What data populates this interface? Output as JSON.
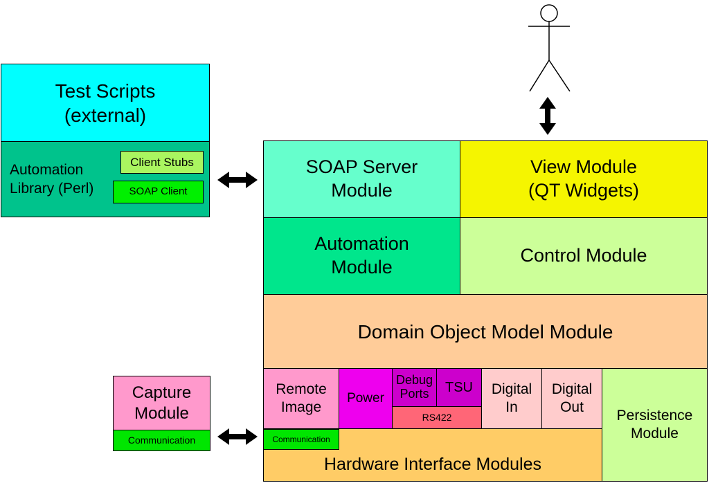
{
  "test_scripts": {
    "label": "Test Scripts\n(external)",
    "color": "#00ffff"
  },
  "automation_library": {
    "label": "Automation\nLibrary (Perl)",
    "color": "#00c38c"
  },
  "client_stubs": {
    "label": "Client Stubs",
    "color": "#aaf560"
  },
  "soap_client": {
    "label": "SOAP Client",
    "color": "#00f000"
  },
  "soap_server": {
    "label": "SOAP Server\nModule",
    "color": "#66ffcc"
  },
  "view_module": {
    "label": "View Module\n(QT Widgets)",
    "color": "#f5f500"
  },
  "automation_module": {
    "label": "Automation\nModule",
    "color": "#00e68c"
  },
  "control_module": {
    "label": "Control Module",
    "color": "#ccff99"
  },
  "domain_model": {
    "label": "Domain Object Model Module",
    "color": "#ffcc99"
  },
  "remote_image": {
    "label": "Remote\nImage",
    "color": "#ff99cc"
  },
  "power": {
    "label": "Power",
    "color": "#ee00ee"
  },
  "debug_ports": {
    "label": "Debug\nPorts",
    "color": "#cc00cc"
  },
  "tsu": {
    "label": "TSU",
    "color": "#cc00cc"
  },
  "rs422": {
    "label": "RS422",
    "color": "#ff6677"
  },
  "digital_in": {
    "label": "Digital\nIn",
    "color": "#ffcccc"
  },
  "digital_out": {
    "label": "Digital\nOut",
    "color": "#ffcccc"
  },
  "persistence": {
    "label": "Persistence\nModule",
    "color": "#ccff99"
  },
  "communication_inner": {
    "label": "Communication",
    "color": "#00e600"
  },
  "hardware_interface": {
    "label": "Hardware Interface Modules",
    "color": "#ffcc66"
  },
  "capture_module": {
    "label": "Capture\nModule",
    "color": "#ff99cc"
  },
  "communication_capture": {
    "label": "Communication",
    "color": "#00e600"
  }
}
